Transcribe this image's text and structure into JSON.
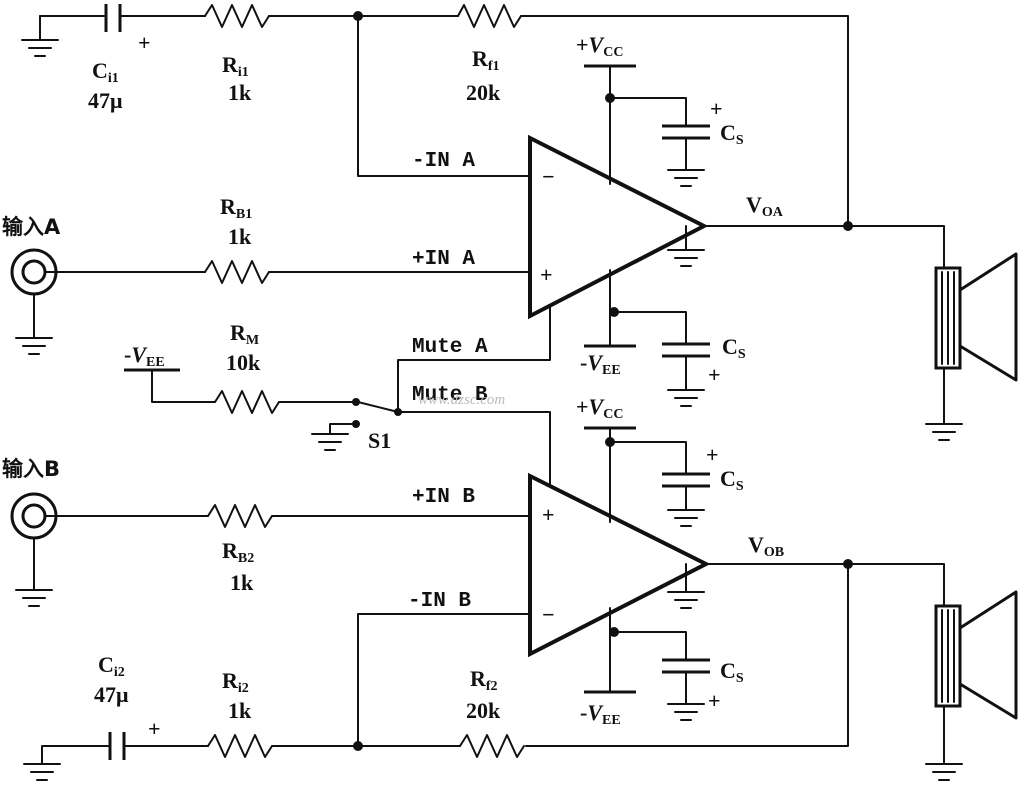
{
  "inputs": {
    "a": "输入A",
    "b": "输入B"
  },
  "pins": {
    "in_a_minus": "-IN A",
    "in_a_plus": "+IN A",
    "in_b_plus": "+IN B",
    "in_b_minus": "-IN B",
    "mute_a": "Mute A",
    "mute_b": "Mute B",
    "minus_sign": "−",
    "plus_sign": "+"
  },
  "outputs": {
    "a": {
      "v": "V",
      "sub": "OA"
    },
    "b": {
      "v": "V",
      "sub": "OB"
    }
  },
  "supplies": {
    "vcc": {
      "sign": "+",
      "v": "V",
      "sub": "CC"
    },
    "vee": {
      "sign": "-",
      "v": "V",
      "sub": "EE"
    }
  },
  "components": {
    "ci1": {
      "name": "C",
      "sub": "i1",
      "value": "47μ"
    },
    "ri1": {
      "name": "R",
      "sub": "i1",
      "value": "1k"
    },
    "rf1": {
      "name": "R",
      "sub": "f1",
      "value": "20k"
    },
    "rb1": {
      "name": "R",
      "sub": "B1",
      "value": "1k"
    },
    "rm": {
      "name": "R",
      "sub": "M",
      "value": "10k"
    },
    "rb2": {
      "name": "R",
      "sub": "B2",
      "value": "1k"
    },
    "ci2": {
      "name": "C",
      "sub": "i2",
      "value": "47μ"
    },
    "ri2": {
      "name": "R",
      "sub": "i2",
      "value": "1k"
    },
    "rf2": {
      "name": "R",
      "sub": "f2",
      "value": "20k"
    },
    "cs": {
      "name": "C",
      "sub": "S"
    },
    "s1": {
      "name": "S1"
    }
  },
  "polarity_mark": "+",
  "watermark": "www.dzsc.com"
}
